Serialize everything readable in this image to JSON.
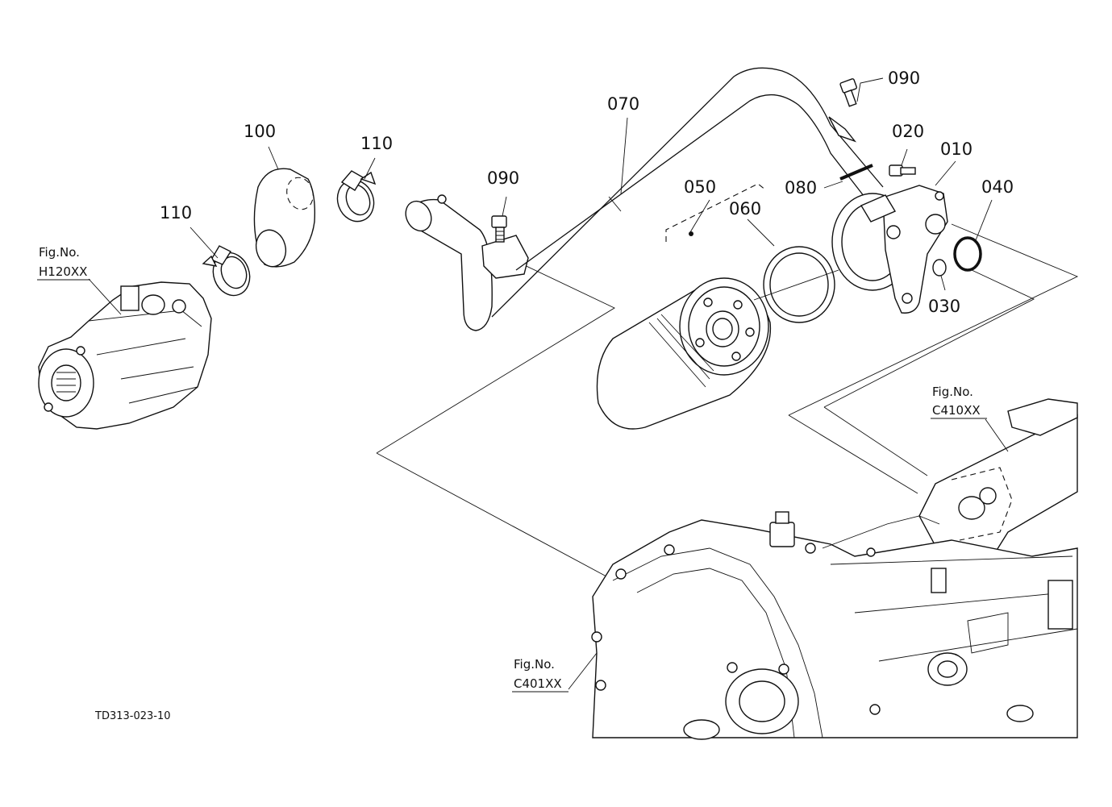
{
  "diagram": {
    "code": "TD313-023-10",
    "callouts": [
      "010",
      "020",
      "030",
      "040",
      "050",
      "060",
      "070",
      "080",
      "090",
      "090",
      "100",
      "110",
      "110"
    ],
    "references": [
      {
        "prefix": "Fig.No.",
        "id": "H120XX"
      },
      {
        "prefix": "Fig.No.",
        "id": "C410XX"
      },
      {
        "prefix": "Fig.No.",
        "id": "C401XX"
      }
    ]
  }
}
